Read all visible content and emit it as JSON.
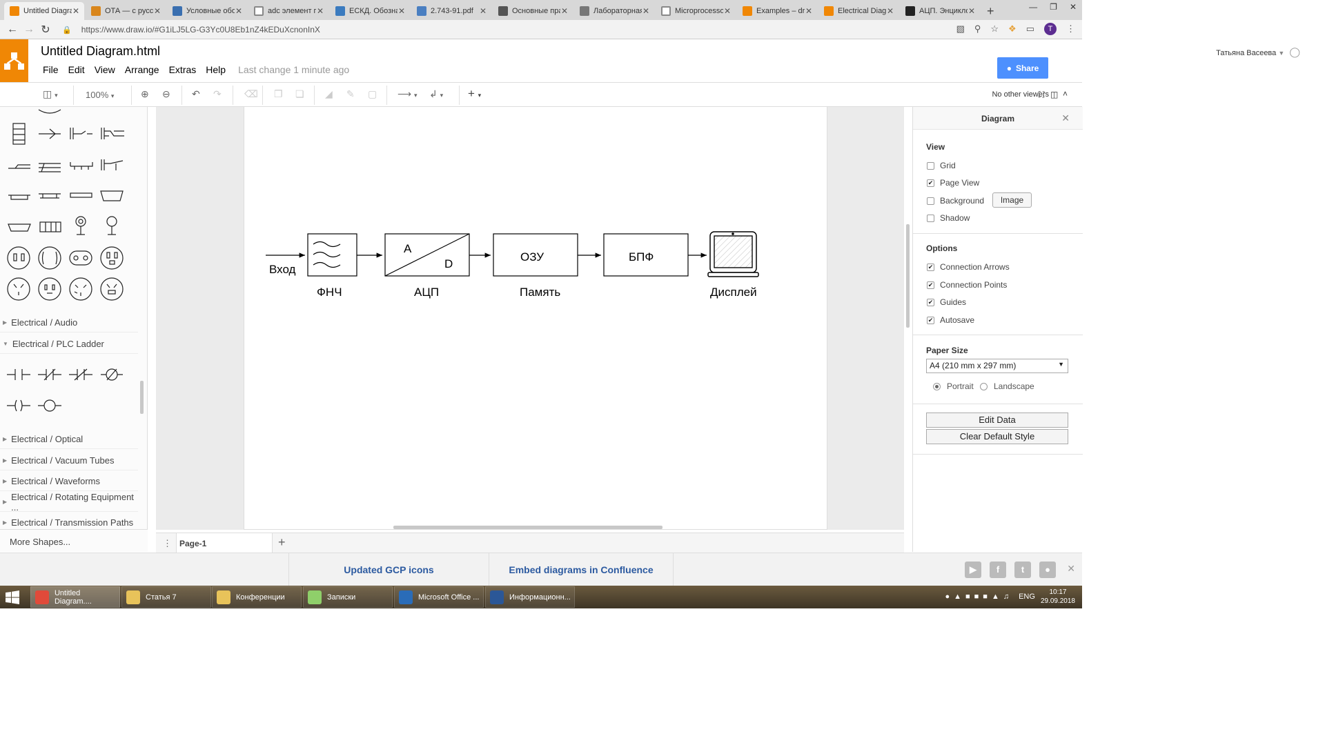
{
  "browser": {
    "tabs": [
      {
        "label": "Untitled Diagra",
        "icon_color": "#f08705",
        "active": true
      },
      {
        "label": "ОТА — с русс",
        "icon_color": "#d9861c",
        "active": false
      },
      {
        "label": "Условные обо",
        "icon_color": "#3a6fb0",
        "active": false
      },
      {
        "label": "adc элемент го",
        "icon_color": "#ffffff",
        "active": false
      },
      {
        "label": "ЕСКД. Обозна",
        "icon_color": "#3b7bbf",
        "active": false
      },
      {
        "label": "2.743-91.pdf",
        "icon_color": "#4a7fc1",
        "active": false
      },
      {
        "label": "Основные пра",
        "icon_color": "#555555",
        "active": false
      },
      {
        "label": "Лабораторная",
        "icon_color": "#777777",
        "active": false
      },
      {
        "label": "Microprocesso",
        "icon_color": "#ffffff",
        "active": false
      },
      {
        "label": "Examples – dra",
        "icon_color": "#f08705",
        "active": false
      },
      {
        "label": "Electrical Diag",
        "icon_color": "#f08705",
        "active": false
      },
      {
        "label": "АЦП. Энцикло",
        "icon_color": "#222222",
        "active": false
      }
    ],
    "url": "https://www.draw.io/#G1iLJ5LG-G3Yc0U8Eb1nZ4kEDuXcnonInX",
    "profile_initial": "T"
  },
  "app": {
    "title": "Untitled Diagram.html",
    "menu": [
      "File",
      "Edit",
      "View",
      "Arrange",
      "Extras",
      "Help"
    ],
    "last_change": "Last change 1 minute ago",
    "user": "Татьяна Васеева",
    "share_label": "Share",
    "zoom": "100%",
    "viewers": "No other viewers",
    "brand_color": "#f08705"
  },
  "left_panel": {
    "sections": [
      {
        "label": "Electrical / Audio",
        "expanded": false
      },
      {
        "label": "Electrical / PLC Ladder",
        "expanded": true
      },
      {
        "label": "Electrical / Optical",
        "expanded": false
      },
      {
        "label": "Electrical / Vacuum Tubes",
        "expanded": false
      },
      {
        "label": "Electrical / Waveforms",
        "expanded": false
      },
      {
        "label": "Electrical / Rotating Equipment ...",
        "expanded": false
      },
      {
        "label": "Electrical / Transmission Paths",
        "expanded": false
      }
    ],
    "more_shapes": "More Shapes..."
  },
  "diagram": {
    "input_label": "Вход",
    "blocks": [
      {
        "name": "filter",
        "caption": "ФНЧ"
      },
      {
        "name": "adc",
        "caption": "АЦП",
        "text_a": "A",
        "text_d": "D"
      },
      {
        "name": "ram",
        "text": "ОЗУ",
        "caption": "Память"
      },
      {
        "name": "fft",
        "text": "БПФ"
      },
      {
        "name": "display",
        "caption": "Дисплей"
      }
    ]
  },
  "pages": {
    "current": "Page-1"
  },
  "format_panel": {
    "title": "Diagram",
    "view_heading": "View",
    "view_options": [
      {
        "label": "Grid",
        "checked": false
      },
      {
        "label": "Page View",
        "checked": true
      },
      {
        "label": "Background",
        "checked": false
      },
      {
        "label": "Shadow",
        "checked": false
      }
    ],
    "image_button": "Image",
    "options_heading": "Options",
    "options": [
      {
        "label": "Connection Arrows",
        "checked": true
      },
      {
        "label": "Connection Points",
        "checked": true
      },
      {
        "label": "Guides",
        "checked": true
      },
      {
        "label": "Autosave",
        "checked": true
      }
    ],
    "paper_heading": "Paper Size",
    "paper_size": "A4 (210 mm x 297 mm)",
    "orientation": [
      {
        "label": "Portrait",
        "selected": true
      },
      {
        "label": "Landscape",
        "selected": false
      }
    ],
    "edit_data": "Edit Data",
    "clear_style": "Clear Default Style"
  },
  "footer": {
    "links": [
      "Updated GCP icons",
      "Embed diagrams in Confluence"
    ]
  },
  "taskbar": {
    "items": [
      {
        "label": "Untitled Diagram....",
        "icon_color": "#e04a3a",
        "active": true
      },
      {
        "label": "Статья 7",
        "icon_color": "#e8c35a",
        "active": false
      },
      {
        "label": "Конференции",
        "icon_color": "#e8c35a",
        "active": false
      },
      {
        "label": "Записки",
        "icon_color": "#8fcf6a",
        "active": false
      },
      {
        "label": "Microsoft Office ...",
        "icon_color": "#2a6cb8",
        "active": false
      },
      {
        "label": "Информационн...",
        "icon_color": "#2b5797",
        "active": false
      }
    ],
    "lang": "ENG",
    "time": "10:17",
    "date": "29.09.2018"
  }
}
